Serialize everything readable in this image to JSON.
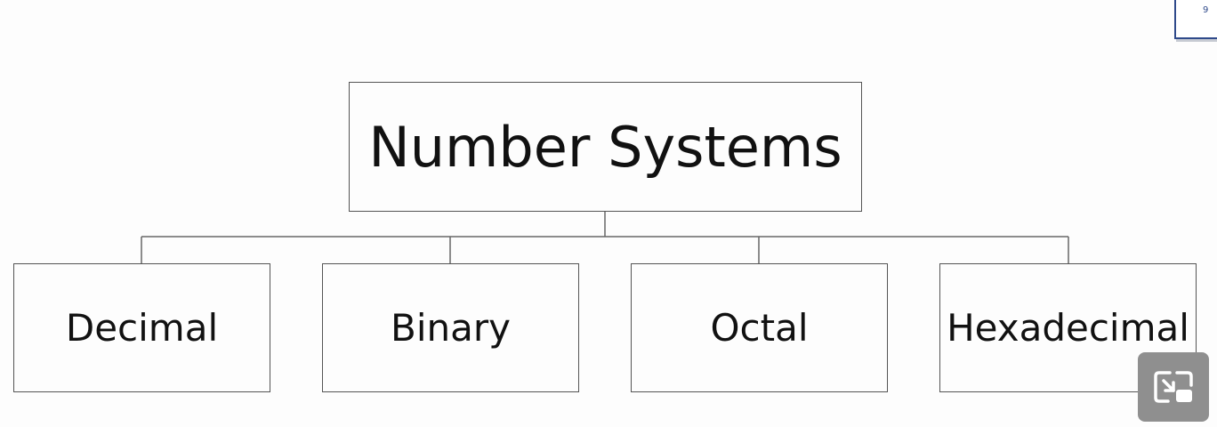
{
  "diagram": {
    "root": {
      "label": "Number Systems"
    },
    "children": [
      {
        "label": "Decimal"
      },
      {
        "label": "Binary"
      },
      {
        "label": "Octal"
      },
      {
        "label": "Hexadecimal"
      }
    ]
  },
  "corner_thumbnail": {
    "text": "9"
  },
  "overlay": {
    "pip_icon": "picture-in-picture-icon"
  },
  "colors": {
    "box_border": "#555555",
    "pip_button": "#8f8f8f",
    "thumbnail_border": "#2f4a8a"
  }
}
